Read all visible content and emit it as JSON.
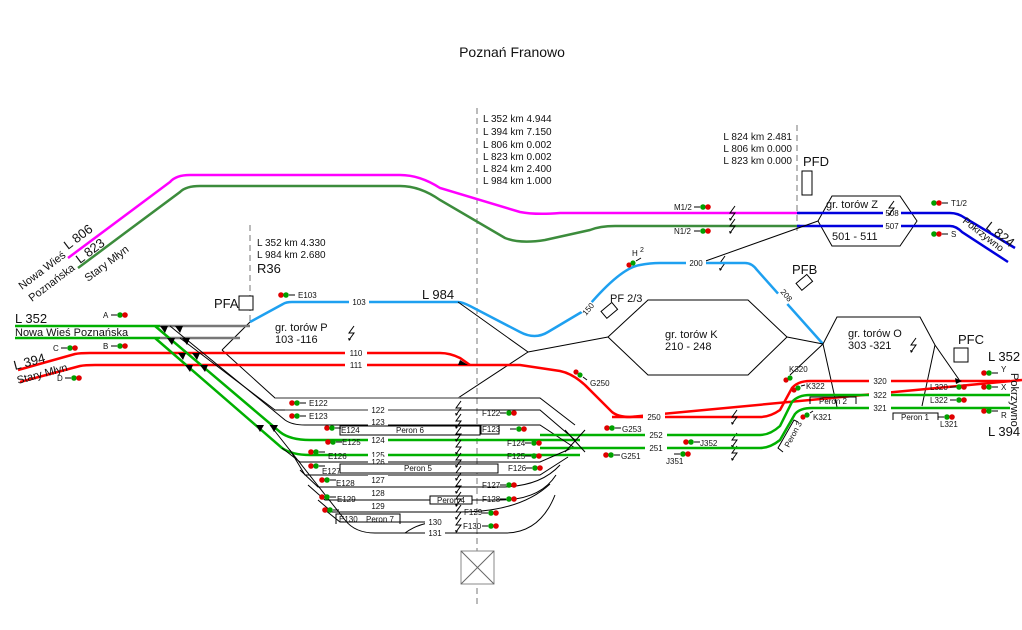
{
  "title": "Poznań Franowo",
  "colors": {
    "l806": "#ff00ff",
    "l823": "#3c8c3c",
    "l824": "#0000dd",
    "l984": "#1ea0f0",
    "l394_352_red": "#ff0000",
    "green_track": "#00b000",
    "grey_track": "#777777",
    "black": "#000000"
  },
  "km_markers": {
    "center": [
      "L 352 km 4.944",
      "L 394 km 7.150",
      "L 806 km 0.002",
      "L 823 km 0.002",
      "L 824 km 2.400",
      "L 984 km 1.000"
    ],
    "left": [
      "L 352 km 4.330",
      "L 984 km 2.680"
    ],
    "left_name": "R36",
    "right": [
      "L 824 km 2.481",
      "L 806 km 0.000",
      "L 823 km 0.000"
    ]
  },
  "posts": {
    "pfa": "PFA",
    "pfb": "PFB",
    "pfc": "PFC",
    "pfd": "PFD",
    "pf23": "PF 2/3"
  },
  "lines": {
    "l806": "L 806",
    "l823": "L 823",
    "l824": "L 824",
    "l984": "L 984",
    "l352_left": "L 352",
    "l394_left": "L 394",
    "l352_right": "L 352",
    "l394_right": "L 394"
  },
  "directions": {
    "nowa_wies_1": "Nowa Wieś",
    "nowa_wies_2": "Poznańska",
    "stary_mlyn_a": "Stary Młyn",
    "nowa_wies_full": "Nowa Wieś Poznańska",
    "stary_mlyn_b": "Stary Młyn",
    "pokrzywno_top": "Pokrzywno",
    "pokrzywno_right": "Pokrzywno"
  },
  "groups": {
    "p": {
      "name": "gr. torów P",
      "range": "103 -116"
    },
    "k": {
      "name": "gr. torów K",
      "range": "210 - 248"
    },
    "o": {
      "name": "gr. torów O",
      "range": "303 -321"
    },
    "z": {
      "name": "gr. torów Z",
      "range": "501 - 511"
    }
  },
  "tracks": {
    "t103": "103",
    "t110": "110",
    "t111": "111",
    "t150": "150",
    "t200": "200",
    "t208": "208",
    "t122": "122",
    "t123": "123",
    "t124": "124",
    "t125": "125",
    "t126": "126",
    "t127": "127",
    "t128": "128",
    "t129": "129",
    "t130": "130",
    "t131": "131",
    "t250": "250",
    "t252": "252",
    "t251": "251",
    "t320": "320",
    "t322": "322",
    "t321": "321",
    "t508": "508",
    "t507": "507"
  },
  "platforms": {
    "p1": "Peron 1",
    "p2": "Peron 2",
    "p3": "Peron 3",
    "p4": "Peron 4",
    "p5": "Peron 5",
    "p6": "Peron 6",
    "p7": "Peron 7"
  },
  "signals": {
    "A": "A",
    "B": "B",
    "C": "C",
    "D": "D",
    "E103": "E103",
    "E122": "E122",
    "E123": "E123",
    "E124": "E124",
    "E125": "E125",
    "E126": "E126",
    "E127": "E127",
    "E128": "E128",
    "E129": "E129",
    "E130": "E130",
    "F122": "F122",
    "F123": "F123",
    "F124": "F124",
    "F125": "F125",
    "F126": "F126",
    "F127": "F127",
    "F128": "F128",
    "F129": "F129",
    "F130": "F130",
    "G250": "G250",
    "G253": "G253",
    "G251": "G251",
    "J352": "J352",
    "J351": "J351",
    "H2": "H",
    "H2sup": "2",
    "M12": "M1/2",
    "N12": "N1/2",
    "T12": "T1/2",
    "S": "S",
    "K320": "K320",
    "K322": "K322",
    "K321": "K321",
    "L320": "L320",
    "L322": "L322",
    "L321": "L321",
    "Y": "Y",
    "X": "X",
    "R": "R"
  }
}
